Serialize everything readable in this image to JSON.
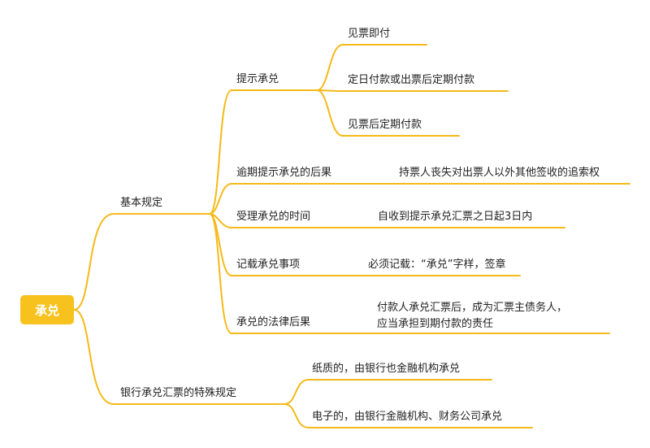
{
  "root": {
    "label": "承兑"
  },
  "branches": [
    {
      "label": "基本规定",
      "children": [
        {
          "label": "提示承兑",
          "children": [
            "见票即付",
            "定日付款或出票后定期付款",
            "见票后定期付款"
          ]
        },
        {
          "label": "逾期提示承兑的后果",
          "children": [
            "持票人丧失对出票人以外其他签收的追索权"
          ]
        },
        {
          "label": "受理承兑的时间",
          "children": [
            "自收到提示承兑汇票之日起3日内"
          ]
        },
        {
          "label": "记载承兑事项",
          "children": [
            "必须记载：“承兑”字样，签章"
          ]
        },
        {
          "label": "承兑的法律后果",
          "children": [
            "付款人承兑汇票后，成为汇票主债务人，应当承担到期付款的责任"
          ]
        }
      ]
    },
    {
      "label": "银行承兑汇票的特殊规定",
      "children": [
        "纸质的，由银行也金融机构承兑",
        "电子的，由银行金融机构、财务公司承兑"
      ]
    }
  ],
  "colors": {
    "line": "#f5b919",
    "root_fill": "#f7c21d",
    "text": "#222222"
  }
}
